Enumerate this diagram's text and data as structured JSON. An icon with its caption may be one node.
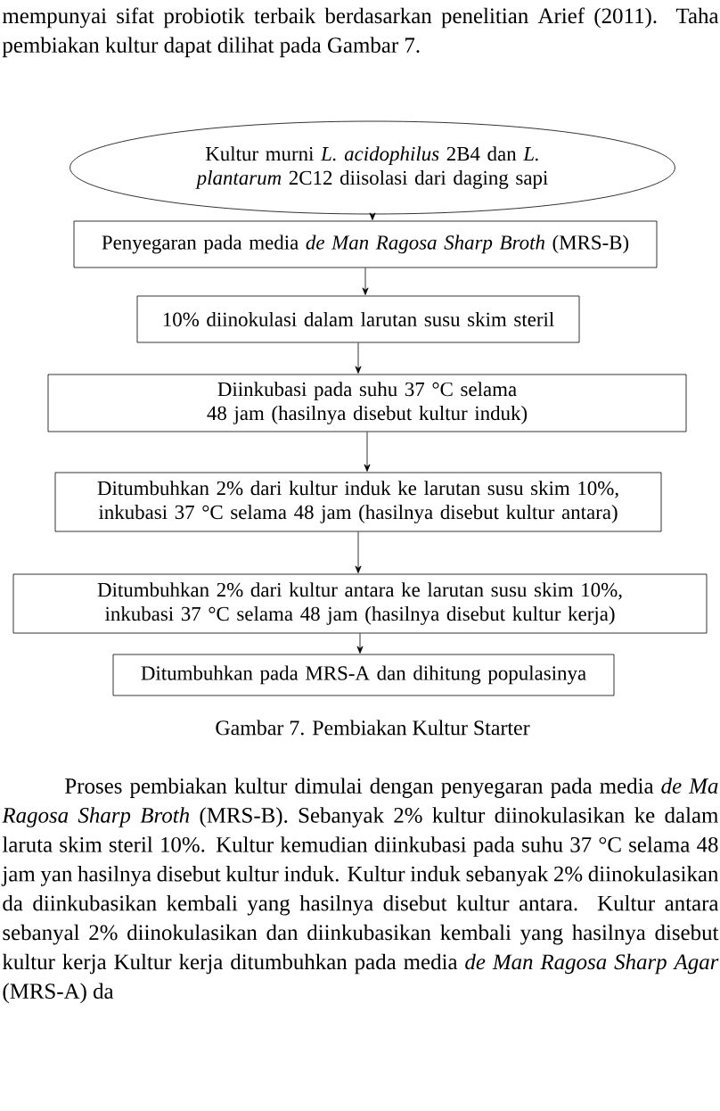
{
  "diagram": {
    "caption": "Gambar 7. Pembiakan Kultur Starter",
    "nodes": [
      {
        "text": [
          "Kultur murni *L. acidophilus* 2B4 dan *L. plantarum* 2C12 diisolasi dari daging sapi"
        ]
      },
      {
        "text": [
          "Penyegaran pada media *de Man Ragosa Sharp Broth* (MRS-B)"
        ]
      },
      {
        "text": [
          "10% diinokulasi dalam larutan susu skim steril"
        ]
      },
      {
        "text": [
          "Diinkubasi pada suhu 37 °C selama 48 jam (hasilnya disebut kultur induk)"
        ]
      },
      {
        "text": [
          "Ditumbuhkan 2% dari kultur induk ke larutan susu skim 10%, inkubasi 37 °C selama 48 jam (hasilnya disebut kultur antara)"
        ]
      },
      {
        "text": [
          "Ditumbuhkan 2% dari kultur antara ke larutan susu skim 10%, inkubasi 37 °C selama 48 jam (hasilnya disebut kultur kerja)"
        ]
      },
      {
        "text": [
          "Ditumbuhkan pada MRS-A dan dihitung populasinya"
        ]
      }
    ],
    "edges": [
      {
        "from": 0,
        "to": 1,
        "arrow": "to"
      },
      {
        "from": 1,
        "to": 2,
        "arrow": "to"
      },
      {
        "from": 2,
        "to": 3,
        "arrow": "to"
      },
      {
        "from": 3,
        "to": 4,
        "arrow": "to"
      },
      {
        "from": 4,
        "to": 5,
        "arrow": "to"
      },
      {
        "from": 5,
        "to": 6,
        "arrow": "to"
      }
    ],
    "labels": [
      "mempunyai sifat probiotik terbaik berdasarkan penelitian Arief (2011). Taha pembiakan kultur dapat dilihat pada Gambar 7.",
      "Proses pembiakan kultur dimulai dengan penyegaran pada media *de Ma Ragosa Sharp Broth* (MRS-B). Sebanyak 2% kultur diinokulasikan ke dalam laruta skim steril 10%. Kultur kemudian diinkubasi pada suhu 37 °C selama 48 jam yan hasilnya disebut kultur induk. Kultur induk sebanyak 2% diinokulasikan da diinkubasikan kembali yang hasilnya disebut kultur antara. Kultur antara sebanyal 2% diinokulasikan dan diinkubasikan kembali yang hasilnya disebut kultur kerja Kultur kerja ditumbuhkan pada media *de Man Ragosa Sharp Agar* (MRS-A) da"
    ]
  }
}
